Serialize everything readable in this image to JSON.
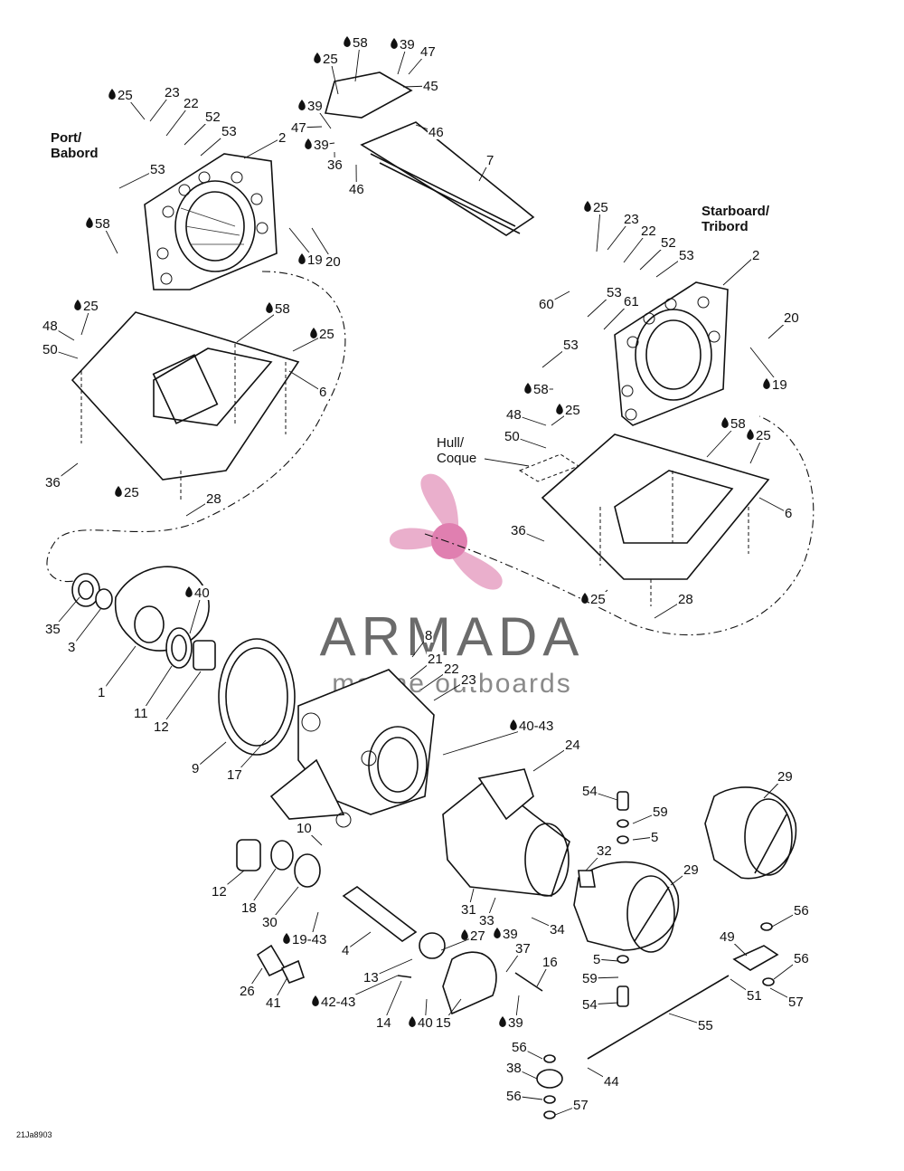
{
  "regions": {
    "port": [
      "Port/",
      "Babord"
    ],
    "starboard": [
      "Starboard/",
      "Tribord"
    ],
    "hull": [
      "Hull/",
      "Coque"
    ]
  },
  "watermark": {
    "brand": "ARMADA",
    "tagline": "marine outboards",
    "accent_color": "#e8a6c6",
    "logo": "propeller-logo"
  },
  "reference_code": "21Ja8903",
  "callouts": [
    "1",
    "2",
    "3",
    "4",
    "5",
    "6",
    "7",
    "8",
    "9",
    "10",
    "11",
    "12",
    "13",
    "14",
    "15",
    "16",
    "17",
    "18",
    "19",
    "20",
    "21",
    "22",
    "23",
    "24",
    "25",
    "26",
    "27",
    "28",
    "29",
    "30",
    "31",
    "32",
    "33",
    "34",
    "35",
    "36",
    "37",
    "38",
    "39",
    "40",
    "41",
    "44",
    "45",
    "46",
    "47",
    "48",
    "49",
    "50",
    "51",
    "52",
    "53",
    "54",
    "55",
    "56",
    "57",
    "58",
    "59",
    "60",
    "61",
    "19-43",
    "40-43",
    "42-43"
  ],
  "lubricant_icon": "drop-icon"
}
